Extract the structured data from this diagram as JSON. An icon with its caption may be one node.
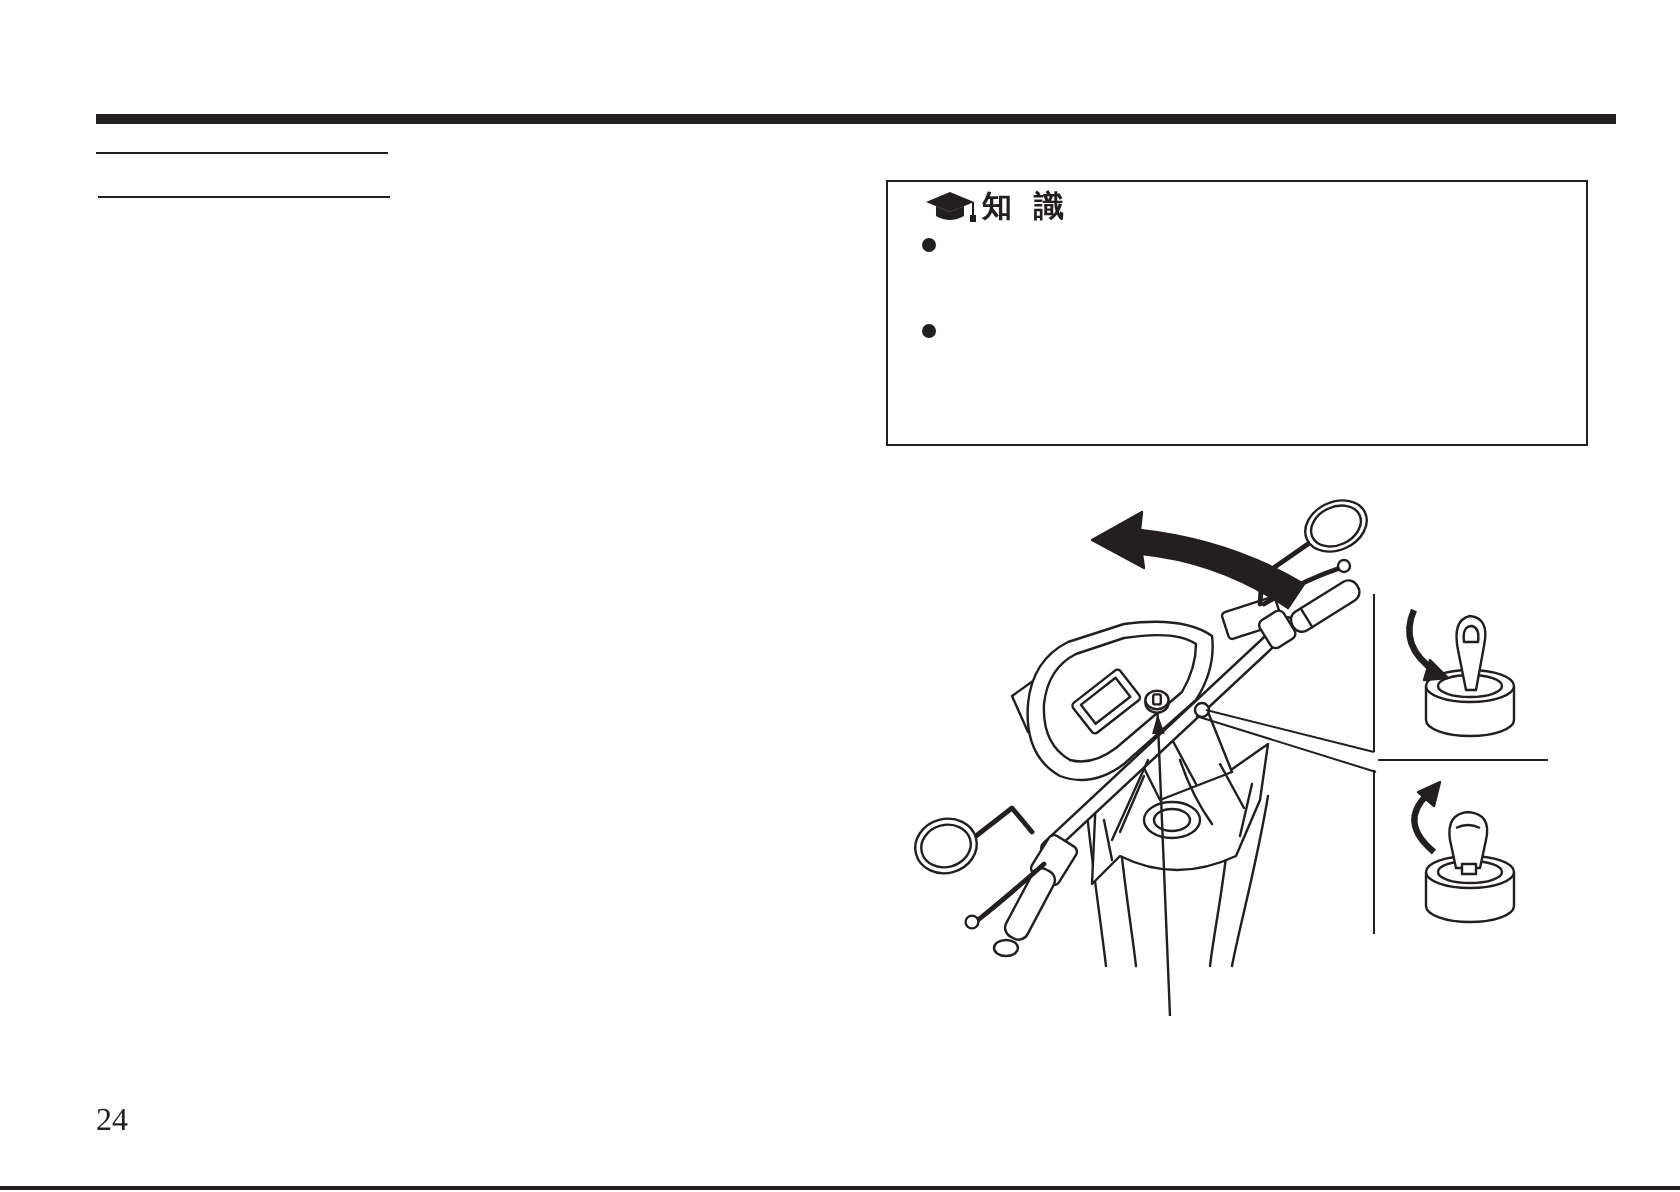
{
  "diagram": {
    "nodes": [
      {
        "text": [
          "知 識"
        ]
      },
      {
        "text": [],
        "shape": "picture"
      }
    ],
    "edges": [
      {
        "from": null,
        "to": 1,
        "arrow": "to"
      }
    ],
    "labels": [
      "24"
    ]
  }
}
